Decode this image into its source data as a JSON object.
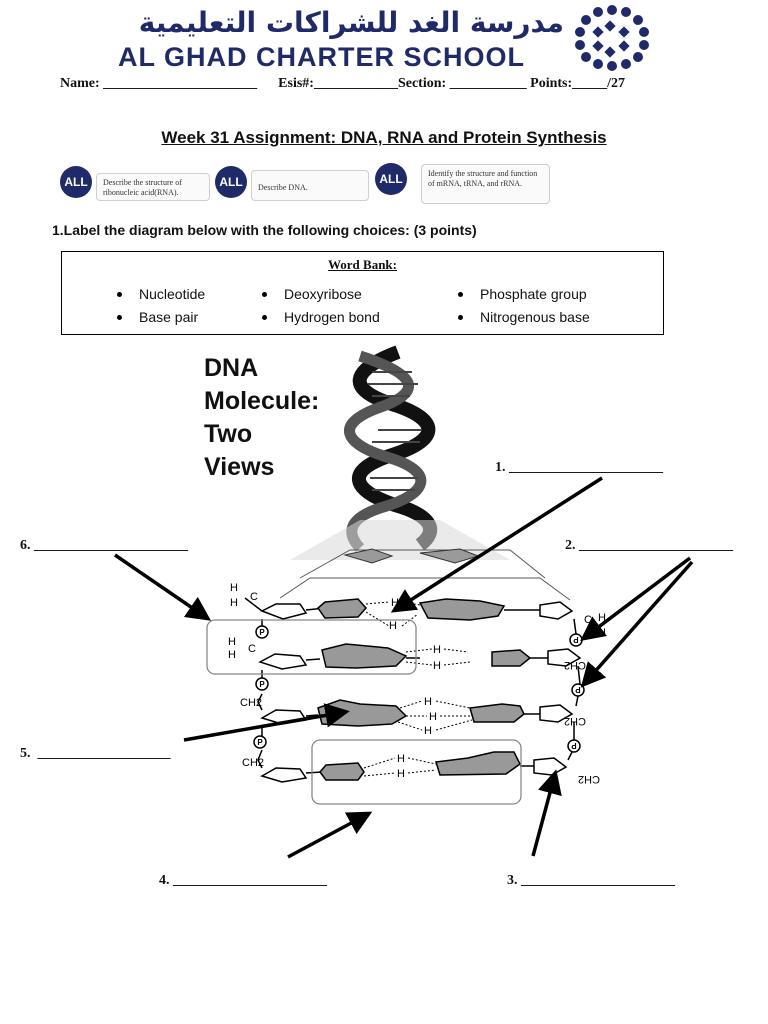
{
  "header": {
    "school_name_ar": "مدرسة الغد للشراكات التعليمية",
    "school_name_en": "AL GHAD CHARTER SCHOOL",
    "brand_color": "#1f2a6b"
  },
  "student_info": {
    "name_label": "Name:",
    "name_blank": "______________________",
    "esis_label": "Esis#:",
    "esis_blank": "____________",
    "section_label": "Section:",
    "section_blank": "___________",
    "points_label": "Points:",
    "points_blank": "_____",
    "points_total": "/27"
  },
  "assignment_title": "Week 31 Assignment: DNA, RNA and Protein Synthesis",
  "objectives": [
    {
      "badge": "ALL",
      "text": "Describe the structure of ribonucleic acid(RNA)."
    },
    {
      "badge": "ALL",
      "text": "Describe DNA."
    },
    {
      "badge": "ALL",
      "text": "Identify the structure and function of mRNA, tRNA, and rRNA."
    }
  ],
  "question1": "1.Label the diagram below with the following choices: (3 points)",
  "word_bank": {
    "title": "Word Bank:",
    "items": [
      "Nucleotide",
      "Deoxyribose",
      "Phosphate group",
      "Base pair",
      "Hydrogen bond",
      "Nitrogenous base"
    ]
  },
  "diagram": {
    "title_lines": [
      "DNA",
      "Molecule:",
      "Two",
      "Views"
    ],
    "atom_labels": {
      "h": "H",
      "c": "C",
      "p": "P",
      "ch2": "CH2"
    },
    "blanks": [
      {
        "num": "1.",
        "line": "______________________"
      },
      {
        "num": "2.",
        "line": "______________________"
      },
      {
        "num": "3.",
        "line": "______________________"
      },
      {
        "num": "4.",
        "line": "______________________"
      },
      {
        "num": "5.",
        "line": "___________________"
      },
      {
        "num": "6.",
        "line": "______________________"
      }
    ]
  }
}
